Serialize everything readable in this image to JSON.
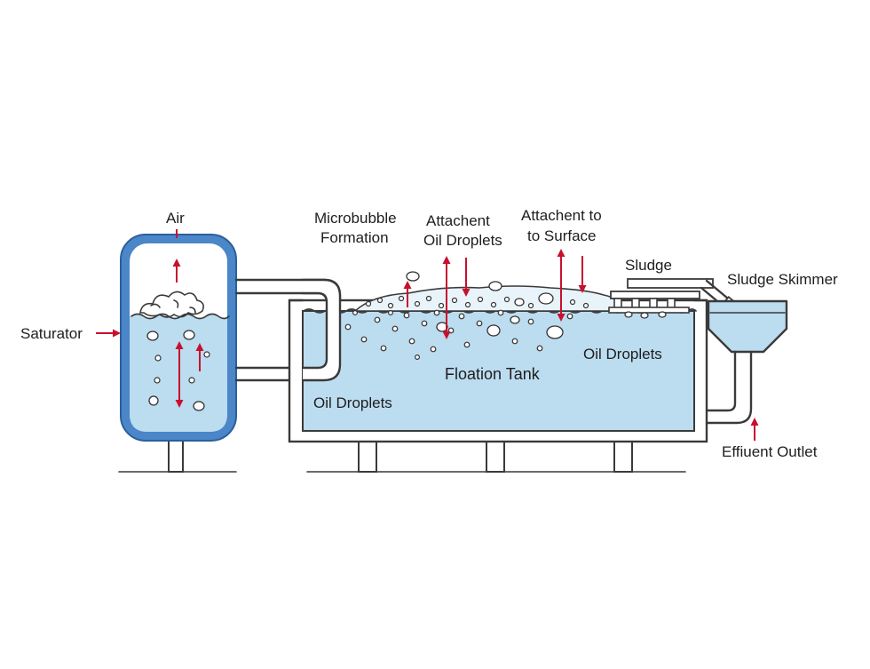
{
  "diagram": {
    "labels": {
      "air": "Air",
      "saturator": "Saturator",
      "microbubble_line1": "Microbubble",
      "microbubble_line2": "Formation",
      "attachent_oil_line1": "Attachent",
      "attachent_oil_line2": "Oil Droplets",
      "attachent_surface_line1": "Attachent to",
      "attachent_surface_line2": "to Surface",
      "sludge": "Sludge",
      "sludge_skimmer": "Sludge Skimmer",
      "floation_tank": "Floation Tank",
      "oil_droplets_right": "Oil Droplets",
      "oil_droplets_left": "Oil Droplets",
      "effluent_outlet": "Effiuent Outlet"
    },
    "colors": {
      "water": "#bcdcf0",
      "vessel_blue": "#4a86c8",
      "arrow_red": "#c8102e",
      "outline": "#3a3a3a"
    }
  }
}
